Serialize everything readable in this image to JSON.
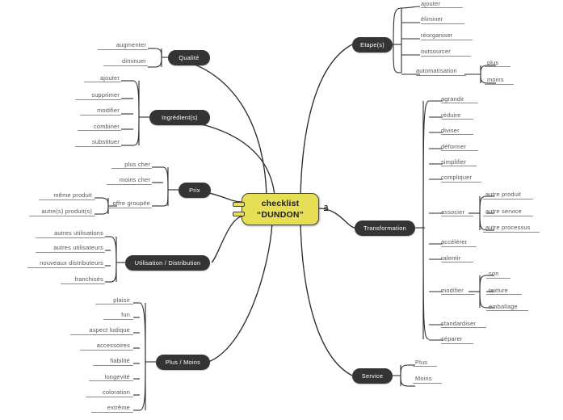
{
  "diagram": {
    "type": "mind-map",
    "background": "#ffffff",
    "root_fill": "#e6df55",
    "root_stroke": "#4a4a3a",
    "branch_fill": "#343434",
    "branch_text": "#ffffff",
    "leaf_text": "#555555",
    "leaf_rule": "#8c8c8c",
    "root": {
      "title_line1": "checklist",
      "title_line2": "“DUNDON”",
      "superscript": "a"
    },
    "branches": [
      {
        "id": "etapes",
        "label": "Etape(s)",
        "side": "right",
        "children": [
          {
            "label": "ajouter"
          },
          {
            "label": "éliminer"
          },
          {
            "label": "réorganiser"
          },
          {
            "label": "outsourcer"
          },
          {
            "label": "automatisation",
            "children": [
              {
                "label": "plus"
              },
              {
                "label": "moins"
              }
            ]
          }
        ]
      },
      {
        "id": "transformation",
        "label": "Transformation",
        "side": "right",
        "children": [
          {
            "label": "agrandir"
          },
          {
            "label": "réduire"
          },
          {
            "label": "diviser"
          },
          {
            "label": "déformer"
          },
          {
            "label": "simplifier"
          },
          {
            "label": "compliquer"
          },
          {
            "label": "associer",
            "children": [
              {
                "label": "autre produit"
              },
              {
                "label": "autre service"
              },
              {
                "label": "autre processus"
              }
            ]
          },
          {
            "label": "accélérer"
          },
          {
            "label": "ralentir"
          },
          {
            "label": "modifier",
            "children": [
              {
                "label": "son"
              },
              {
                "label": "texture"
              },
              {
                "label": "emballage"
              }
            ]
          },
          {
            "label": "standardiser"
          },
          {
            "label": "séparer"
          }
        ]
      },
      {
        "id": "service",
        "label": "Service",
        "side": "right",
        "children": [
          {
            "label": "Plus"
          },
          {
            "label": "Moins"
          }
        ]
      },
      {
        "id": "qualite",
        "label": "Qualité",
        "side": "left",
        "children": [
          {
            "label": "augmenter"
          },
          {
            "label": "diminuer"
          }
        ]
      },
      {
        "id": "ingredients",
        "label": "Ingrédient(s)",
        "side": "left",
        "children": [
          {
            "label": "ajouter"
          },
          {
            "label": "supprimer"
          },
          {
            "label": "modifier"
          },
          {
            "label": "combiner"
          },
          {
            "label": "substituer"
          }
        ]
      },
      {
        "id": "prix",
        "label": "Prix",
        "side": "left",
        "children": [
          {
            "label": "plus cher"
          },
          {
            "label": "moins cher"
          },
          {
            "label": "offre groupée",
            "children": [
              {
                "label": "même produit"
              },
              {
                "label": "autre(s) produit(s)"
              }
            ]
          }
        ]
      },
      {
        "id": "utilisation-distribution",
        "label": "Utilisation / Distribution",
        "side": "left",
        "children": [
          {
            "label": "autres utilisations"
          },
          {
            "label": "autres utilisateurs"
          },
          {
            "label": "nouveaux distributeurs"
          },
          {
            "label": "franchisés"
          }
        ]
      },
      {
        "id": "plus-moins",
        "label": "Plus / Moins",
        "side": "left",
        "children": [
          {
            "label": "plaisir"
          },
          {
            "label": "fun"
          },
          {
            "label": "aspect ludique"
          },
          {
            "label": "accessoires"
          },
          {
            "label": "fiabilité"
          },
          {
            "label": "longevité"
          },
          {
            "label": "coloration"
          },
          {
            "label": "extrême"
          }
        ]
      }
    ]
  }
}
